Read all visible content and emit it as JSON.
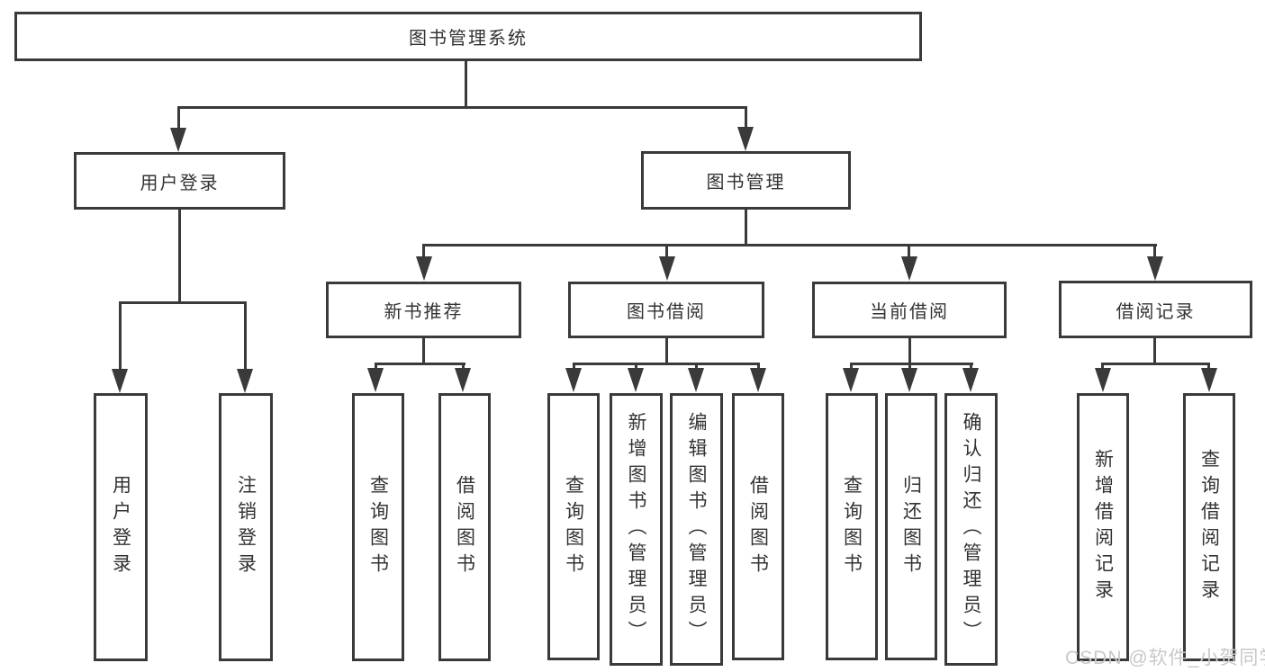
{
  "nodes": {
    "root": "图书管理系统",
    "user_login": "用户登录",
    "book_mgmt": "图书管理",
    "new_book_rec": "新书推荐",
    "book_borrow": "图书借阅",
    "current_borrow": "当前借阅",
    "borrow_records": "借阅记录",
    "leaf_user_login": "用户登录",
    "leaf_logout": "注销登录",
    "leaf_nbr_query": "查询图书",
    "leaf_nbr_borrow": "借阅图书",
    "leaf_bb_query": "查询图书",
    "leaf_bb_add": "新增图书（管理员）",
    "leaf_bb_edit": "编辑图书（管理员）",
    "leaf_bb_borrow": "借阅图书",
    "leaf_cb_query": "查询图书",
    "leaf_cb_return": "归还图书",
    "leaf_cb_confirm": "确认归还（管理员）",
    "leaf_br_add": "新增借阅记录",
    "leaf_br_query": "查询借阅记录"
  },
  "edges": [
    [
      "root",
      "user_login"
    ],
    [
      "root",
      "book_mgmt"
    ],
    [
      "user_login",
      "leaf_user_login"
    ],
    [
      "user_login",
      "leaf_logout"
    ],
    [
      "book_mgmt",
      "new_book_rec"
    ],
    [
      "book_mgmt",
      "book_borrow"
    ],
    [
      "book_mgmt",
      "current_borrow"
    ],
    [
      "book_mgmt",
      "borrow_records"
    ],
    [
      "new_book_rec",
      "leaf_nbr_query"
    ],
    [
      "new_book_rec",
      "leaf_nbr_borrow"
    ],
    [
      "book_borrow",
      "leaf_bb_query"
    ],
    [
      "book_borrow",
      "leaf_bb_add"
    ],
    [
      "book_borrow",
      "leaf_bb_edit"
    ],
    [
      "book_borrow",
      "leaf_bb_borrow"
    ],
    [
      "current_borrow",
      "leaf_cb_query"
    ],
    [
      "current_borrow",
      "leaf_cb_return"
    ],
    [
      "current_borrow",
      "leaf_cb_confirm"
    ],
    [
      "borrow_records",
      "leaf_br_add"
    ],
    [
      "borrow_records",
      "leaf_br_query"
    ]
  ],
  "watermark": "CSDN @软件_小贺同学",
  "colors": {
    "line": "#3a3a3a",
    "text": "#333333",
    "box_fill": "#ffffff",
    "background": "#ffffff",
    "watermark": "#c8c8c8"
  }
}
